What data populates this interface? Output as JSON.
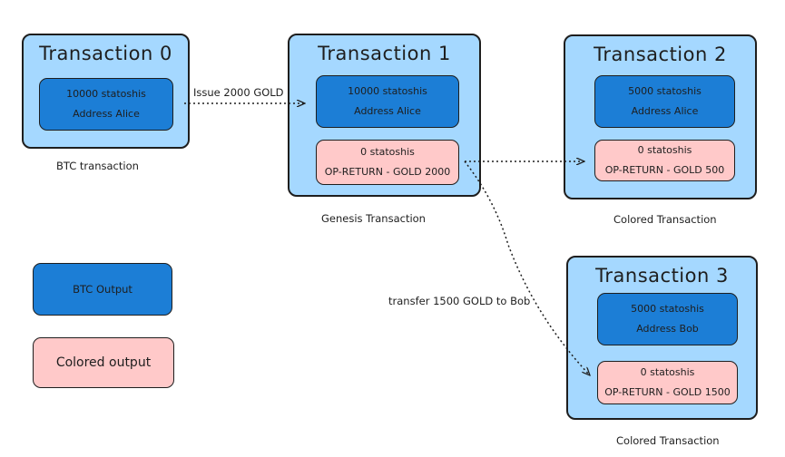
{
  "transactions": [
    {
      "title": "Transaction 0",
      "caption": "BTC transaction",
      "btc_output": {
        "amount": "10000 statoshis",
        "address": "Address Alice"
      }
    },
    {
      "title": "Transaction 1",
      "caption": "Genesis Transaction",
      "btc_output": {
        "amount": "10000 statoshis",
        "address": "Address Alice"
      },
      "colored_output": {
        "amount": "0 statoshis",
        "op_return": "OP-RETURN - GOLD 2000"
      }
    },
    {
      "title": "Transaction 2",
      "caption": "Colored Transaction",
      "btc_output": {
        "amount": "5000 statoshis",
        "address": "Address Alice"
      },
      "colored_output": {
        "amount": "0 statoshis",
        "op_return": "OP-RETURN - GOLD 500"
      }
    },
    {
      "title": "Transaction 3",
      "caption": "Colored Transaction",
      "btc_output": {
        "amount": "5000 statoshis",
        "address": "Address Bob"
      },
      "colored_output": {
        "amount": "0 statoshis",
        "op_return": "OP-RETURN - GOLD 1500"
      }
    }
  ],
  "edges": [
    {
      "label": "Issue 2000 GOLD"
    },
    {
      "label": ""
    },
    {
      "label": "transfer 1500 GOLD to Bob"
    }
  ],
  "legend": {
    "btc_output": "BTC Output",
    "colored_output": "Colored output"
  },
  "colors": {
    "transaction_fill": "#a5d8ff",
    "btc_output_fill": "#1c7ed6",
    "colored_output_fill": "#ffc9c9",
    "stroke": "#1e1e1e"
  }
}
